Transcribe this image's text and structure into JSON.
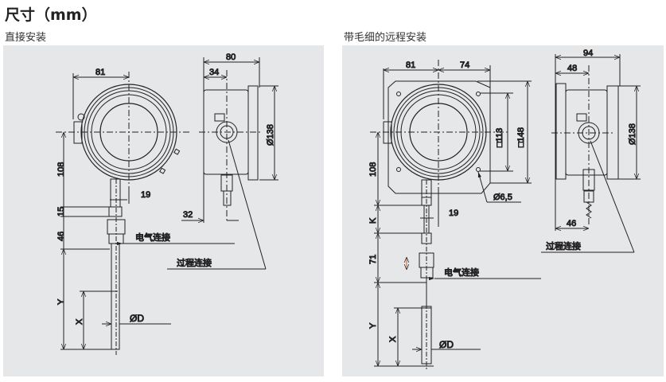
{
  "page_title": "尺寸（mm）",
  "sections": [
    {
      "title": "直接安装",
      "front_view": {
        "width_to_center": "81",
        "center_height": "108"
      },
      "side_view": {
        "overall_depth": "80",
        "depth_to_center": "34",
        "diameter": "Ø138",
        "bottom_offset": "32"
      },
      "stem": {
        "cable_gland_width": "19",
        "gap": "15",
        "fitting_length": "46",
        "insertion_length": "Y",
        "sensor_length": "X",
        "diameter": "ØD"
      },
      "labels": {
        "electrical_connection": "电气连接",
        "process_connection": "过程连接"
      }
    },
    {
      "title": "带毛细的远程安装",
      "front_view": {
        "width_left": "81",
        "width_right": "74",
        "hole_spacing": "□113",
        "plate_size": "□148",
        "hole_diameter": "Ø6,5",
        "center_height": "108"
      },
      "side_view": {
        "overall_depth": "94",
        "depth_to_center": "48",
        "diameter": "Ø138",
        "bottom_offset": "46"
      },
      "stem": {
        "cable_gland_width": "19",
        "capillary_length": "K",
        "fitting_length": "71",
        "insertion_length": "Y",
        "sensor_length": "X",
        "diameter": "ØD",
        "adjustable_icon": "double-arrow"
      },
      "labels": {
        "electrical_connection": "电气连接",
        "process_connection": "过程连接"
      }
    }
  ]
}
